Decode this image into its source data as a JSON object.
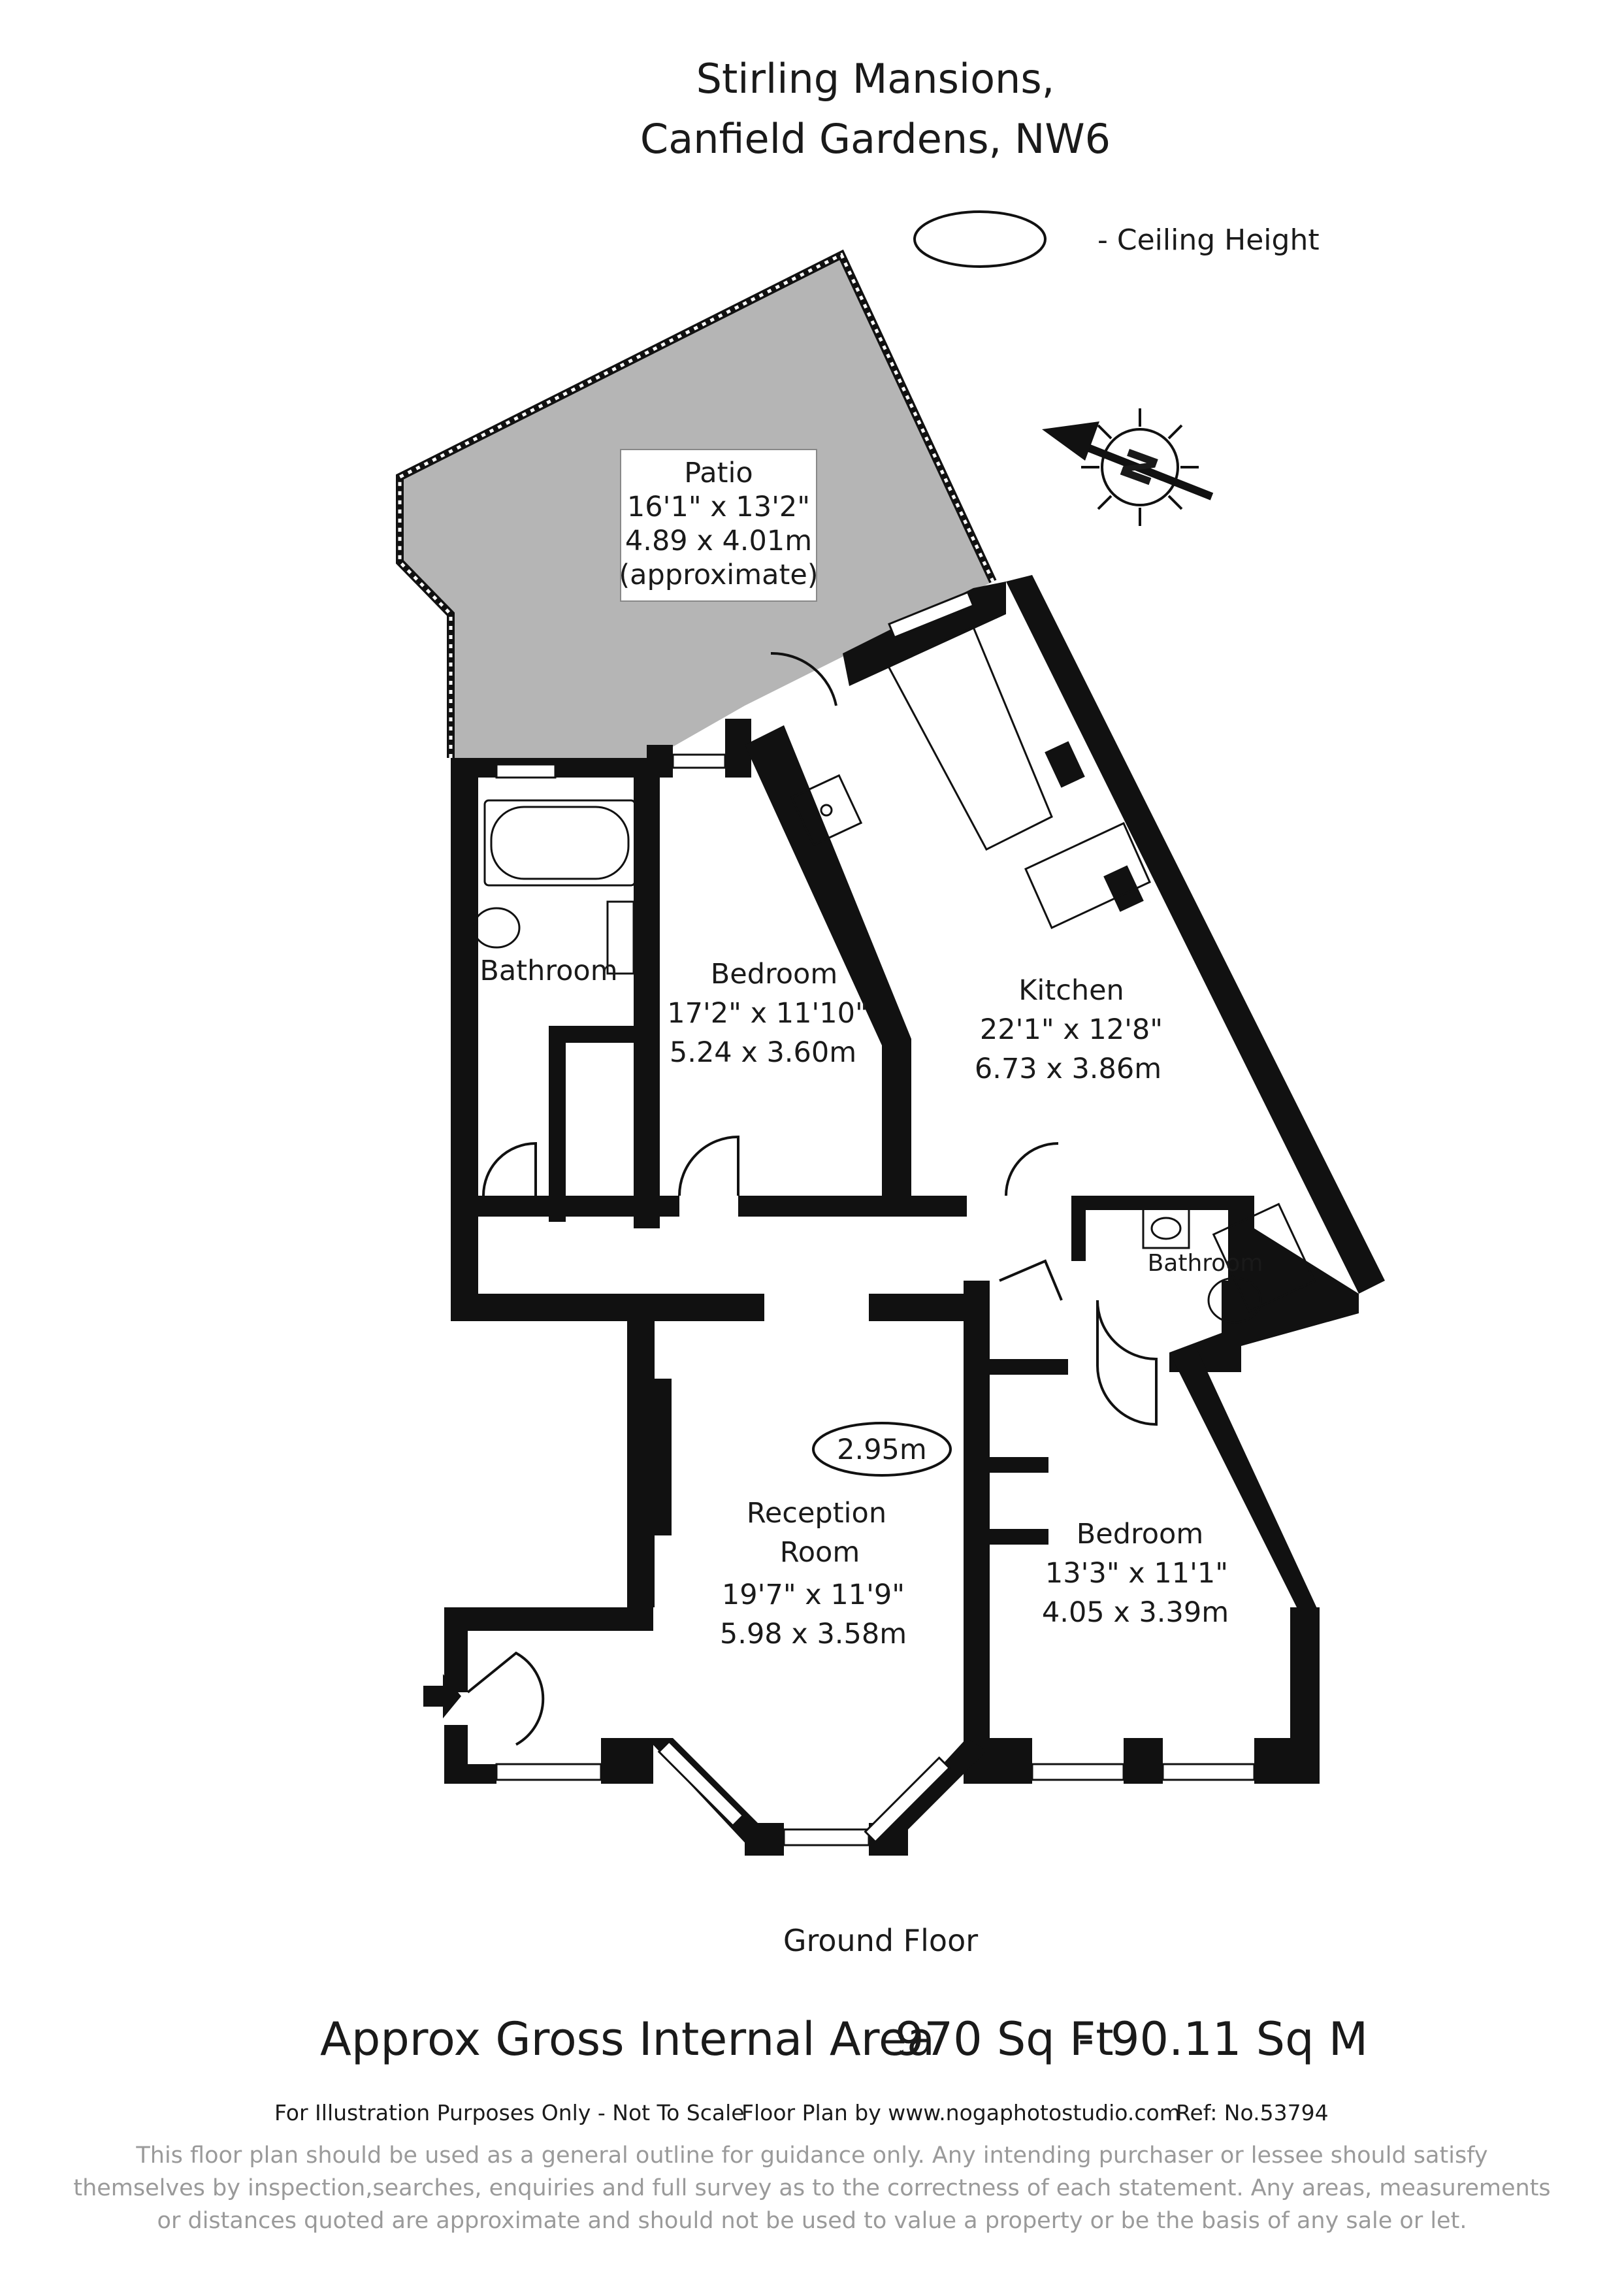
{
  "header": {
    "address_line1": "Stirling Mansions,",
    "address_line2": "Canfield Gardens, NW6"
  },
  "legend": {
    "ceiling_height_label": "- Ceiling Height"
  },
  "compass": {
    "letter": "N"
  },
  "rooms": {
    "patio": {
      "name": "Patio",
      "imperial": "16'1\" x 13'2\"",
      "metric": "4.89 x 4.01m",
      "note": "(approximate)"
    },
    "bathroom_1": {
      "name": "Bathroom"
    },
    "bedroom_1": {
      "name": "Bedroom",
      "imperial": "17'2\" x 11'10\"",
      "metric": "5.24 x 3.60m"
    },
    "kitchen": {
      "name": "Kitchen",
      "imperial": "22'1\" x 12'8\"",
      "metric": "6.73 x 3.86m"
    },
    "bathroom_2": {
      "name": "Bathroom"
    },
    "reception": {
      "name_line1": "Reception",
      "name_line2": "Room",
      "imperial": "19'7\" x 11'9\"",
      "metric": "5.98 x 3.58m",
      "ceiling_height": "2.95m"
    },
    "bedroom_2": {
      "name": "Bedroom",
      "imperial": "13'3\" x 11'1\"",
      "metric": "4.05 x 3.39m"
    }
  },
  "floor_label": "Ground Floor",
  "area": {
    "label": "Approx Gross Internal Area",
    "sq_ft": "970 Sq Ft",
    "separator": "-",
    "sq_m": "90.11 Sq M"
  },
  "footer": {
    "illustration": "For Illustration Purposes Only - Not To Scale",
    "credit": "Floor Plan by www.nogaphotostudio.com",
    "ref": "Ref: No.53794"
  },
  "disclaimer": [
    "This floor plan should be used as a general outline for guidance only. Any intending purchaser or lessee should satisfy",
    "themselves by inspection,searches, enquiries and full survey as to the correctness of each statement. Any areas, measurements",
    "or distances quoted are approximate and should not be used to value a property or be the basis of any sale or let."
  ],
  "colors": {
    "wall": "#111111",
    "patio": "#b5b5b5",
    "text": "#1a1a1a",
    "disclaimer": "#9a9a9a"
  }
}
